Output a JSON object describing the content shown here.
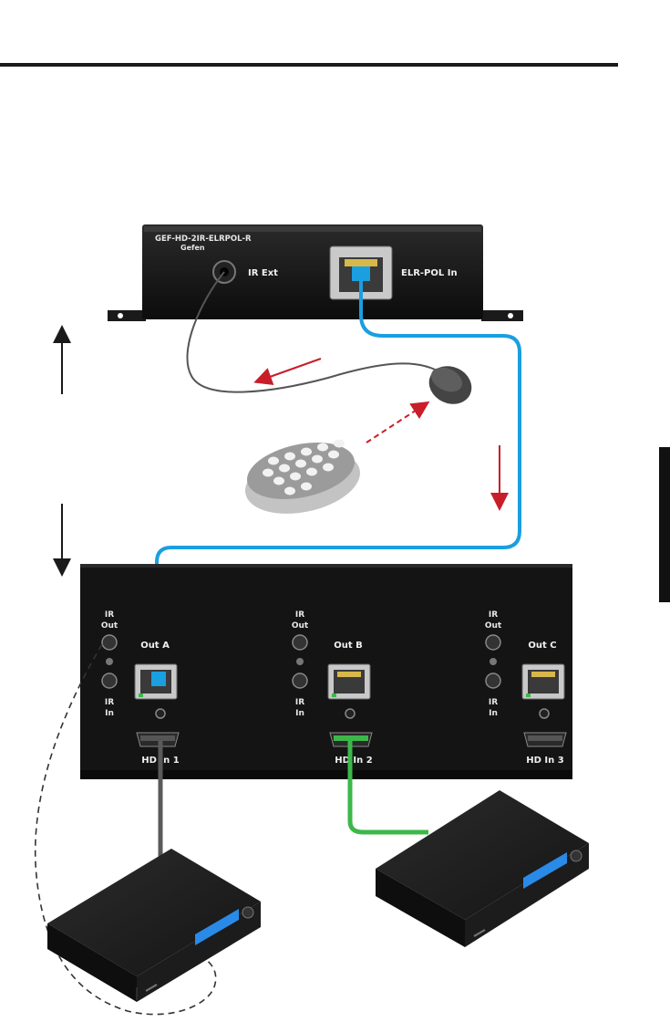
{
  "receiver": {
    "model": "GEF-HD-2IR-ELRPOL-R",
    "brand": "Gefen",
    "ir_ext_label": "IR Ext",
    "elr_in_label": "ELR-POL In"
  },
  "sender": {
    "ir_out_label": [
      "IR",
      "Out"
    ],
    "ir_in_label": [
      "IR",
      "In"
    ],
    "out_labels": [
      "Out A",
      "Out B",
      "Out C"
    ],
    "hdmi_labels": [
      "HD In 1",
      "HD In 2",
      "HD In 3"
    ]
  },
  "colors": {
    "cat_cable": "#1a9fe0",
    "ir_arrow": "#c81e2a",
    "hdmi_cable_1": "#5a5a5a",
    "hdmi_cable_2": "#3cb84a",
    "panel": "#141414",
    "rule": "#1a1a1a",
    "side_tab": "#111111"
  },
  "icons": [
    "remote-control-icon",
    "ir-sensor-icon",
    "blu-ray-player-icon",
    "double-arrow-icon"
  ]
}
